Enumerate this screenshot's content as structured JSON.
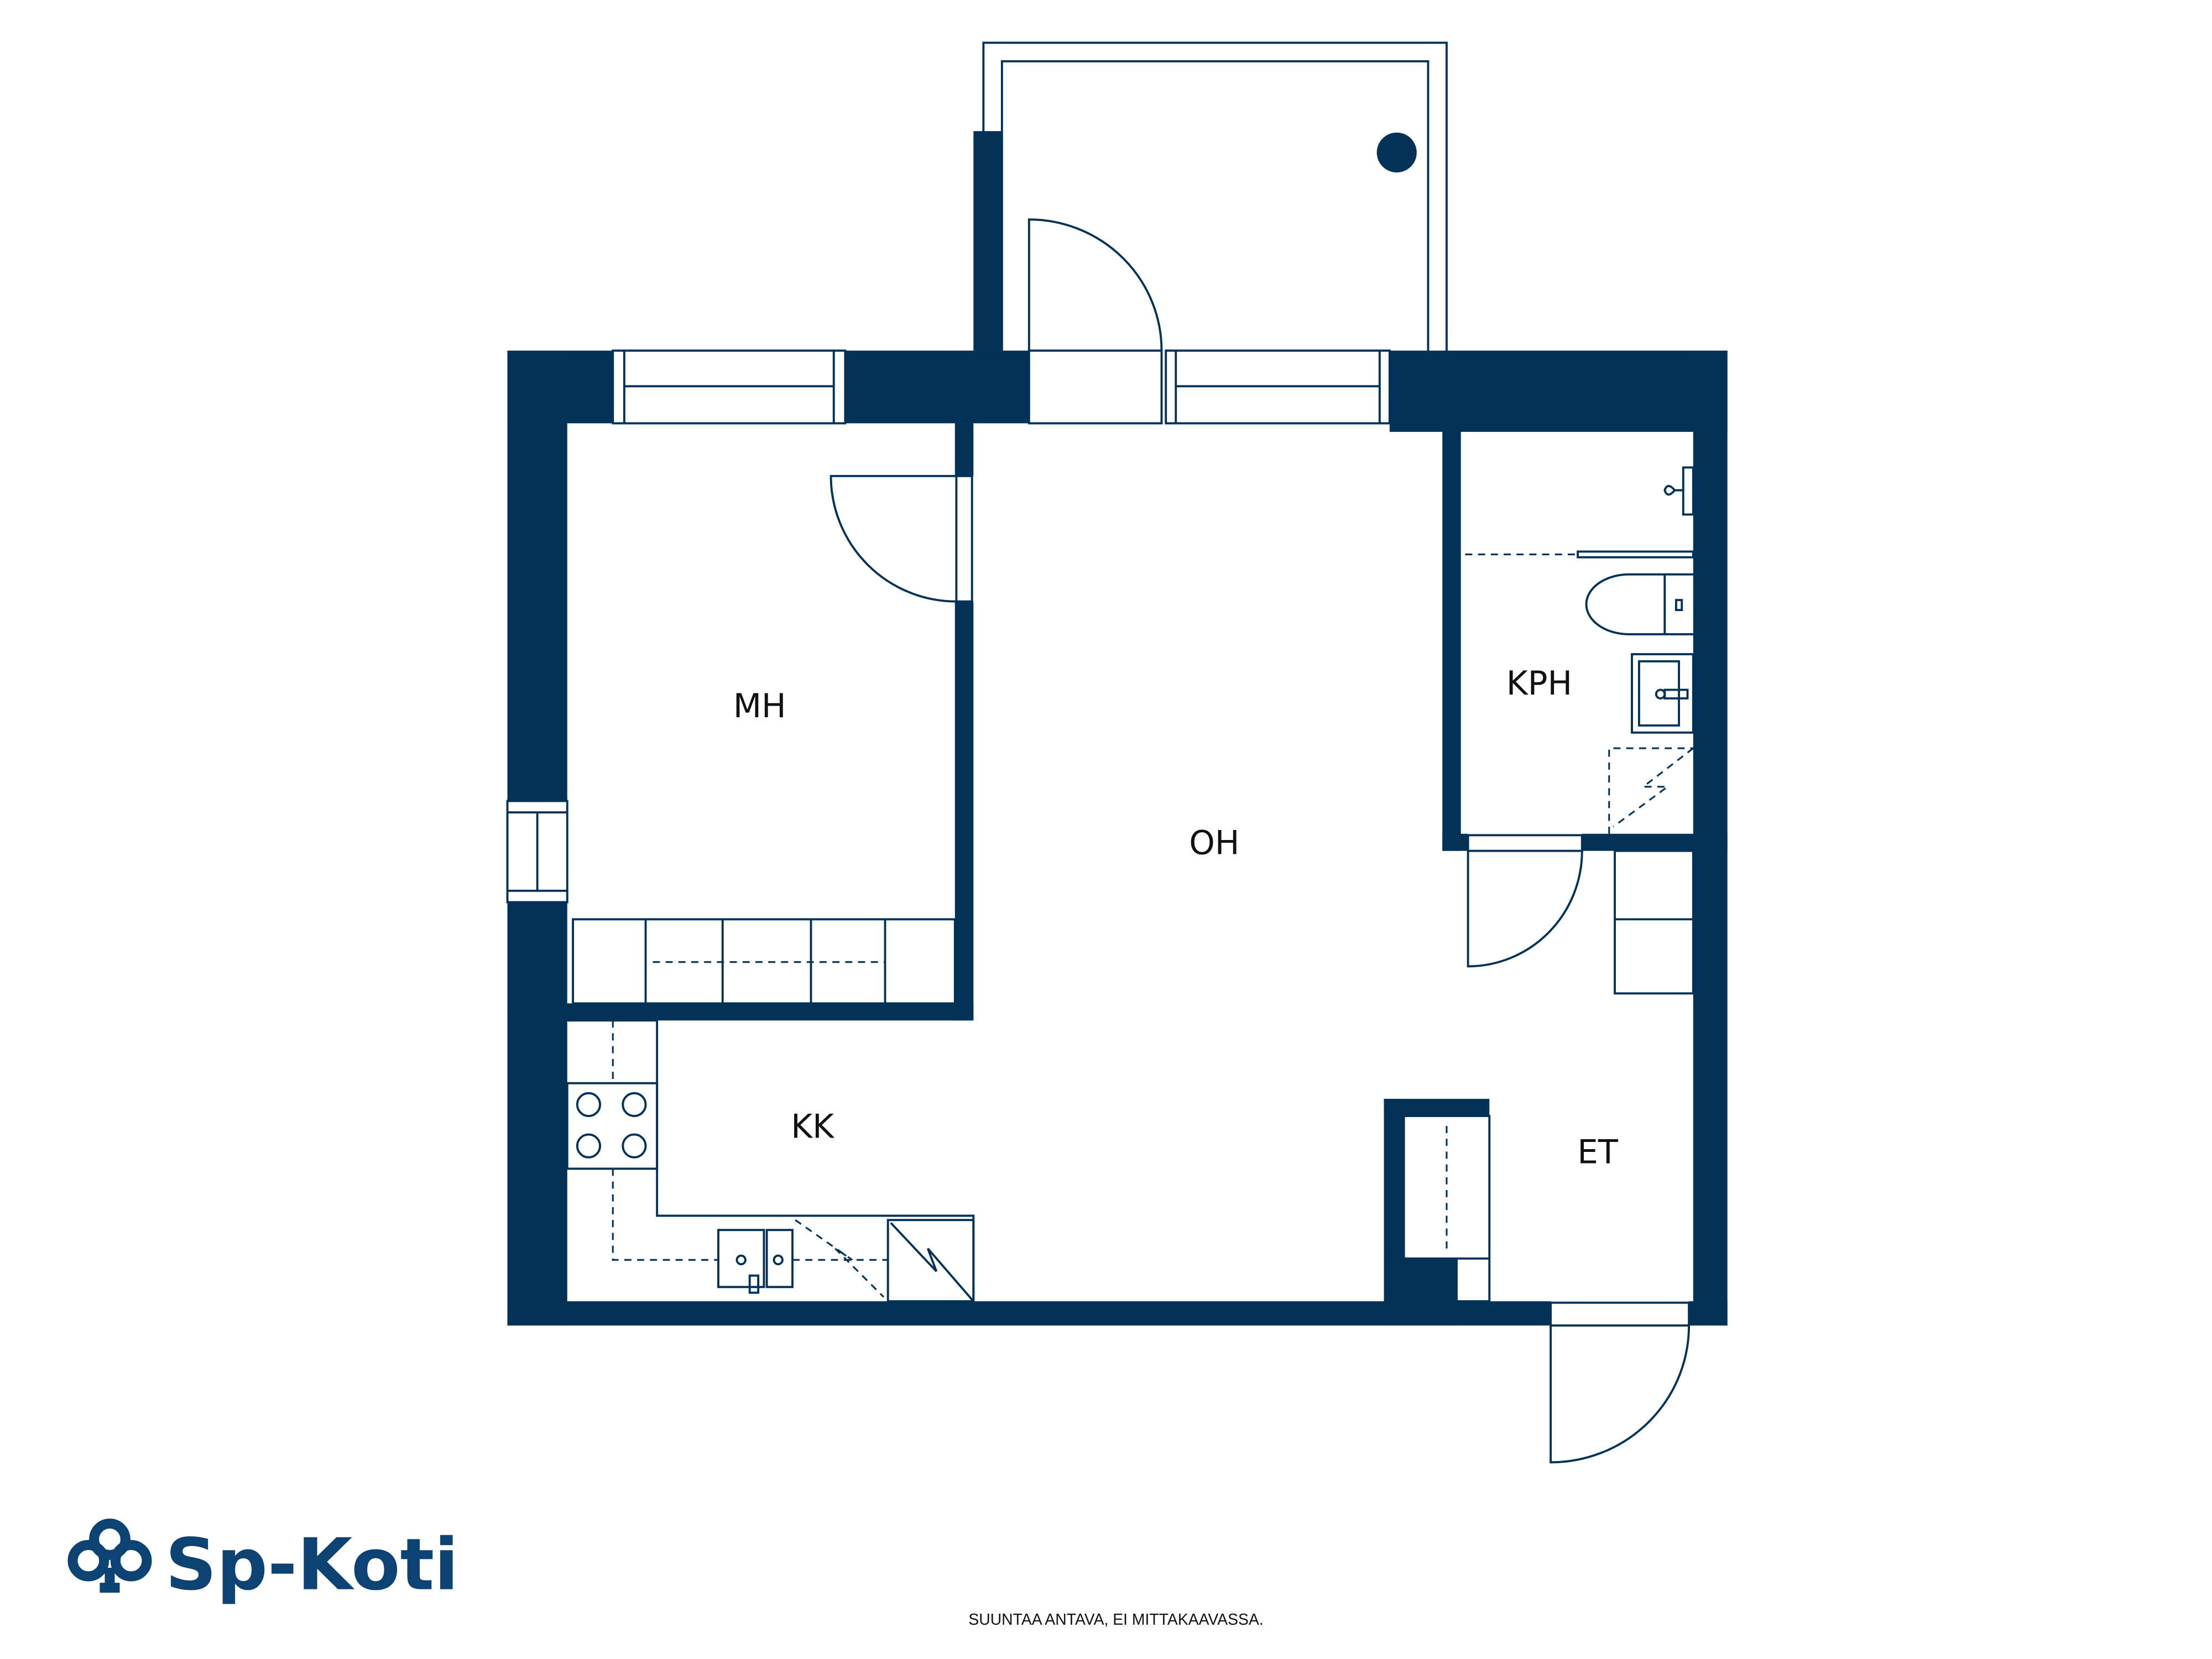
{
  "rooms": {
    "mh": "MH",
    "oh": "OH",
    "kph": "KPH",
    "kk": "KK",
    "et": "ET"
  },
  "footer": {
    "disclaimer": "SUUNTAA ANTAVA, EI MITTAKAAVASSA."
  },
  "logo": {
    "text": "Sp-Koti",
    "icon": "trefoil-tree-icon"
  },
  "colors": {
    "wall": "#033259",
    "logo": "#0d4274"
  }
}
